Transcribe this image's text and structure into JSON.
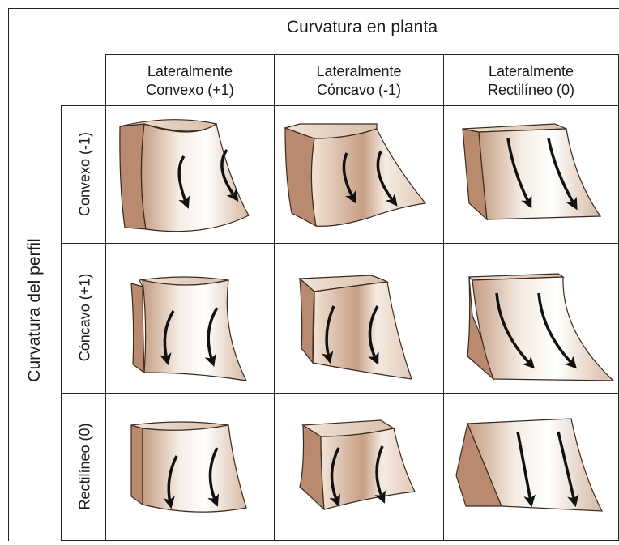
{
  "diagram": {
    "top_title": "Curvatura en planta",
    "side_title": "Curvatura del perfil",
    "columns": [
      {
        "line1": "Lateralmente",
        "line2": "Convexo (+1)"
      },
      {
        "line1": "Lateralmente",
        "line2": "Cóncavo (-1)"
      },
      {
        "line1": "Lateralmente",
        "line2": "Rectilíneo (0)"
      }
    ],
    "rows": [
      {
        "label": "Convexo (-1)"
      },
      {
        "label": "Cóncavo (+1)"
      },
      {
        "label": "Rectilíneo (0)"
      }
    ],
    "colors": {
      "face_light": "#f3e7dc",
      "face_mid": "#c9a48a",
      "side_dark": "#b98a6e",
      "outline": "#3a2a20",
      "arrow": "#111111",
      "grid": "#222222"
    }
  }
}
